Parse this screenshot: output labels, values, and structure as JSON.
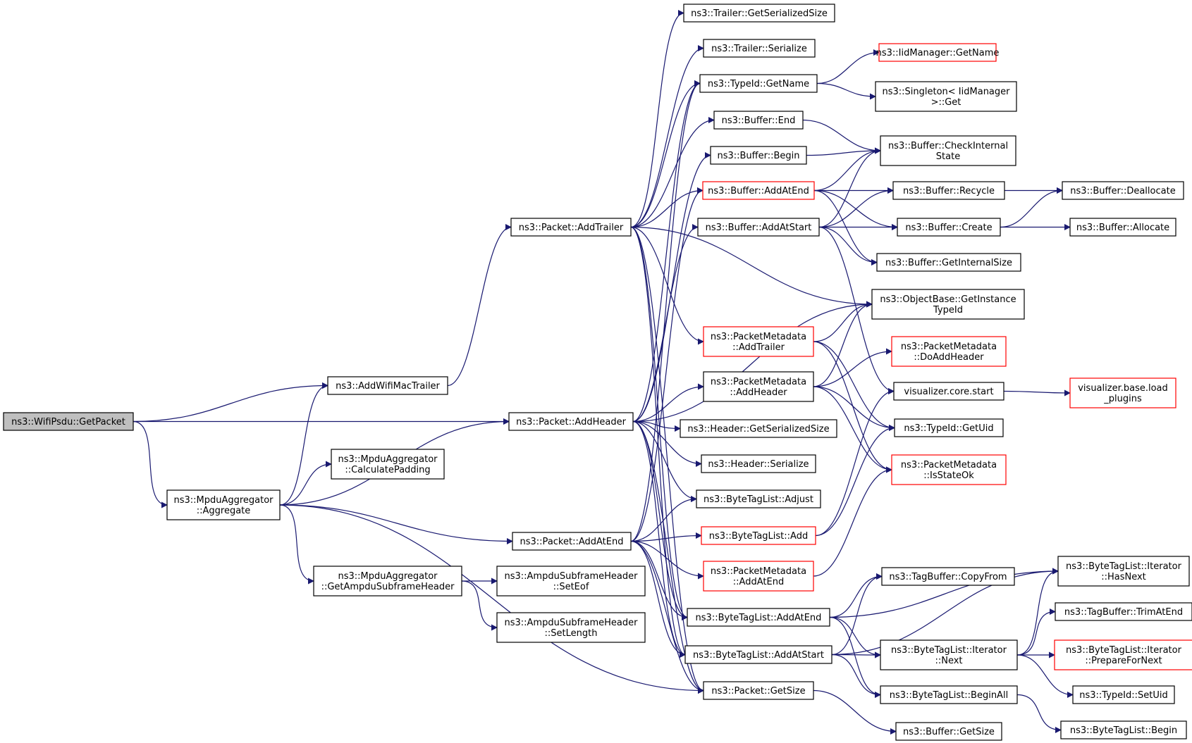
{
  "colors": {
    "edge": "#191970",
    "border_default": "#000000",
    "border_truncated": "#ff0000",
    "root_fill": "#bfbfbf",
    "fill": "#ffffff"
  },
  "nodes": [
    {
      "id": "n0",
      "lines": [
        "ns3::WifiPsdu::GetPacket"
      ],
      "root": true
    },
    {
      "id": "n1",
      "lines": [
        "ns3::AddWifiMacTrailer"
      ]
    },
    {
      "id": "n2",
      "lines": [
        "ns3::MpduAggregator",
        "::Aggregate"
      ]
    },
    {
      "id": "n3",
      "lines": [
        "ns3::Packet::AddHeader"
      ]
    },
    {
      "id": "n4",
      "lines": [
        "ns3::Packet::AddTrailer"
      ]
    },
    {
      "id": "n5",
      "lines": [
        "ns3::MpduAggregator",
        "::CalculatePadding"
      ]
    },
    {
      "id": "n6",
      "lines": [
        "ns3::MpduAggregator",
        "::GetAmpduSubframeHeader"
      ]
    },
    {
      "id": "n7",
      "lines": [
        "ns3::Packet::AddAtEnd"
      ]
    },
    {
      "id": "n8",
      "lines": [
        "ns3::AmpduSubframeHeader",
        "::SetEof"
      ]
    },
    {
      "id": "n9",
      "lines": [
        "ns3::AmpduSubframeHeader",
        "::SetLength"
      ]
    },
    {
      "id": "n10",
      "lines": [
        "ns3::Trailer::GetSerializedSize"
      ]
    },
    {
      "id": "n11",
      "lines": [
        "ns3::Trailer::Serialize"
      ]
    },
    {
      "id": "n12",
      "lines": [
        "ns3::TypeId::GetName"
      ]
    },
    {
      "id": "n13",
      "lines": [
        "ns3::Buffer::End"
      ]
    },
    {
      "id": "n14",
      "lines": [
        "ns3::Buffer::Begin"
      ]
    },
    {
      "id": "n15",
      "lines": [
        "ns3::Buffer::AddAtEnd"
      ],
      "truncated": true
    },
    {
      "id": "n16",
      "lines": [
        "ns3::Buffer::AddAtStart"
      ]
    },
    {
      "id": "n17",
      "lines": [
        "ns3::PacketMetadata",
        "::AddTrailer"
      ],
      "truncated": true
    },
    {
      "id": "n18",
      "lines": [
        "ns3::PacketMetadata",
        "::AddHeader"
      ]
    },
    {
      "id": "n19",
      "lines": [
        "ns3::Header::GetSerializedSize"
      ]
    },
    {
      "id": "n20",
      "lines": [
        "ns3::Header::Serialize"
      ]
    },
    {
      "id": "n21",
      "lines": [
        "ns3::ByteTagList::Adjust"
      ]
    },
    {
      "id": "n22",
      "lines": [
        "ns3::ByteTagList::Add"
      ],
      "truncated": true
    },
    {
      "id": "n23",
      "lines": [
        "ns3::PacketMetadata",
        "::AddAtEnd"
      ],
      "truncated": true
    },
    {
      "id": "n24",
      "lines": [
        "ns3::ByteTagList::AddAtEnd"
      ]
    },
    {
      "id": "n25",
      "lines": [
        "ns3::ByteTagList::AddAtStart"
      ]
    },
    {
      "id": "n26",
      "lines": [
        "ns3::Packet::GetSize"
      ]
    },
    {
      "id": "n27",
      "lines": [
        "ns3::IidManager::GetName"
      ],
      "truncated": true
    },
    {
      "id": "n28",
      "lines": [
        "ns3::Singleton< IidManager",
        ">::Get"
      ]
    },
    {
      "id": "n29",
      "lines": [
        "ns3::Buffer::CheckInternal",
        "State"
      ]
    },
    {
      "id": "n30",
      "lines": [
        "ns3::Buffer::Recycle"
      ]
    },
    {
      "id": "n31",
      "lines": [
        "ns3::Buffer::Create"
      ]
    },
    {
      "id": "n32",
      "lines": [
        "ns3::Buffer::GetInternalSize"
      ]
    },
    {
      "id": "n33",
      "lines": [
        "ns3::ObjectBase::GetInstance",
        "TypeId"
      ]
    },
    {
      "id": "n34",
      "lines": [
        "ns3::PacketMetadata",
        "::DoAddHeader"
      ],
      "truncated": true
    },
    {
      "id": "n35",
      "lines": [
        "visualizer.core.start"
      ]
    },
    {
      "id": "n36",
      "lines": [
        "ns3::TypeId::GetUid"
      ]
    },
    {
      "id": "n37",
      "lines": [
        "ns3::PacketMetadata",
        "::IsStateOk"
      ],
      "truncated": true
    },
    {
      "id": "n38",
      "lines": [
        "ns3::TagBuffer::CopyFrom"
      ]
    },
    {
      "id": "n39",
      "lines": [
        "ns3::ByteTagList::Iterator",
        "::Next"
      ]
    },
    {
      "id": "n40",
      "lines": [
        "ns3::ByteTagList::BeginAll"
      ]
    },
    {
      "id": "n41",
      "lines": [
        "ns3::Buffer::GetSize"
      ]
    },
    {
      "id": "n42",
      "lines": [
        "ns3::Buffer::Deallocate"
      ]
    },
    {
      "id": "n43",
      "lines": [
        "ns3::Buffer::Allocate"
      ]
    },
    {
      "id": "n44",
      "lines": [
        "visualizer.base.load",
        "_plugins"
      ],
      "truncated": true
    },
    {
      "id": "n45",
      "lines": [
        "ns3::ByteTagList::Iterator",
        "::HasNext"
      ]
    },
    {
      "id": "n46",
      "lines": [
        "ns3::TagBuffer::TrimAtEnd"
      ]
    },
    {
      "id": "n47",
      "lines": [
        "ns3::ByteTagList::Iterator",
        "::PrepareForNext"
      ],
      "truncated": true
    },
    {
      "id": "n48",
      "lines": [
        "ns3::TypeId::SetUid"
      ]
    },
    {
      "id": "n49",
      "lines": [
        "ns3::ByteTagList::Begin"
      ]
    }
  ],
  "edges": [
    [
      "n0",
      "n1"
    ],
    [
      "n0",
      "n3"
    ],
    [
      "n0",
      "n2"
    ],
    [
      "n1",
      "n4"
    ],
    [
      "n2",
      "n1"
    ],
    [
      "n2",
      "n5"
    ],
    [
      "n2",
      "n3"
    ],
    [
      "n2",
      "n7"
    ],
    [
      "n2",
      "n6"
    ],
    [
      "n2",
      "n26"
    ],
    [
      "n6",
      "n8"
    ],
    [
      "n6",
      "n9"
    ],
    [
      "n4",
      "n10"
    ],
    [
      "n4",
      "n11"
    ],
    [
      "n4",
      "n12"
    ],
    [
      "n4",
      "n13"
    ],
    [
      "n4",
      "n15"
    ],
    [
      "n4",
      "n17"
    ],
    [
      "n4",
      "n33"
    ],
    [
      "n4",
      "n24"
    ],
    [
      "n4",
      "n25"
    ],
    [
      "n4",
      "n26"
    ],
    [
      "n3",
      "n12"
    ],
    [
      "n3",
      "n14"
    ],
    [
      "n3",
      "n16"
    ],
    [
      "n3",
      "n33"
    ],
    [
      "n3",
      "n18"
    ],
    [
      "n3",
      "n19"
    ],
    [
      "n3",
      "n20"
    ],
    [
      "n3",
      "n21"
    ],
    [
      "n3",
      "n24"
    ],
    [
      "n3",
      "n25"
    ],
    [
      "n3",
      "n26"
    ],
    [
      "n7",
      "n12"
    ],
    [
      "n7",
      "n15"
    ],
    [
      "n7",
      "n21"
    ],
    [
      "n7",
      "n22"
    ],
    [
      "n7",
      "n23"
    ],
    [
      "n7",
      "n24"
    ],
    [
      "n7",
      "n25"
    ],
    [
      "n7",
      "n26"
    ],
    [
      "n12",
      "n27"
    ],
    [
      "n12",
      "n28"
    ],
    [
      "n13",
      "n29"
    ],
    [
      "n14",
      "n29"
    ],
    [
      "n15",
      "n29"
    ],
    [
      "n15",
      "n30"
    ],
    [
      "n15",
      "n31"
    ],
    [
      "n15",
      "n32"
    ],
    [
      "n16",
      "n29"
    ],
    [
      "n16",
      "n30"
    ],
    [
      "n16",
      "n31"
    ],
    [
      "n16",
      "n32"
    ],
    [
      "n16",
      "n35"
    ],
    [
      "n17",
      "n33"
    ],
    [
      "n17",
      "n36"
    ],
    [
      "n17",
      "n37"
    ],
    [
      "n18",
      "n33"
    ],
    [
      "n18",
      "n34"
    ],
    [
      "n18",
      "n36"
    ],
    [
      "n18",
      "n37"
    ],
    [
      "n22",
      "n36"
    ],
    [
      "n22",
      "n35"
    ],
    [
      "n23",
      "n37"
    ],
    [
      "n24",
      "n38"
    ],
    [
      "n24",
      "n45"
    ],
    [
      "n24",
      "n39"
    ],
    [
      "n24",
      "n40"
    ],
    [
      "n25",
      "n38"
    ],
    [
      "n25",
      "n45"
    ],
    [
      "n25",
      "n39"
    ],
    [
      "n25",
      "n40"
    ],
    [
      "n26",
      "n41"
    ],
    [
      "n30",
      "n42"
    ],
    [
      "n31",
      "n42"
    ],
    [
      "n31",
      "n43"
    ],
    [
      "n35",
      "n44"
    ],
    [
      "n39",
      "n45"
    ],
    [
      "n39",
      "n46"
    ],
    [
      "n39",
      "n47"
    ],
    [
      "n39",
      "n48"
    ],
    [
      "n40",
      "n49"
    ]
  ]
}
